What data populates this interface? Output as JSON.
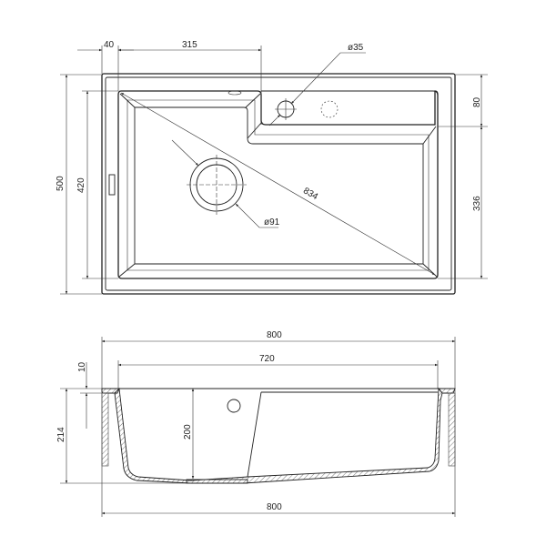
{
  "top_view": {
    "dim_offset_left": "40",
    "dim_bowl_width": "315",
    "dim_tap_hole": "ø35",
    "dim_drain": "ø91",
    "dim_diagonal": "834",
    "dim_total_depth": "500",
    "dim_bowl_depth": "420",
    "dim_shelf_depth": "80",
    "dim_bowl_lower_depth": "336"
  },
  "side_view": {
    "dim_total_width_top": "800",
    "dim_bowl_width": "720",
    "dim_rim_thickness": "10",
    "dim_total_height": "214",
    "dim_bowl_height": "200",
    "dim_total_width_bottom": "800"
  },
  "colors": {
    "line": "#222222",
    "background": "#ffffff"
  }
}
